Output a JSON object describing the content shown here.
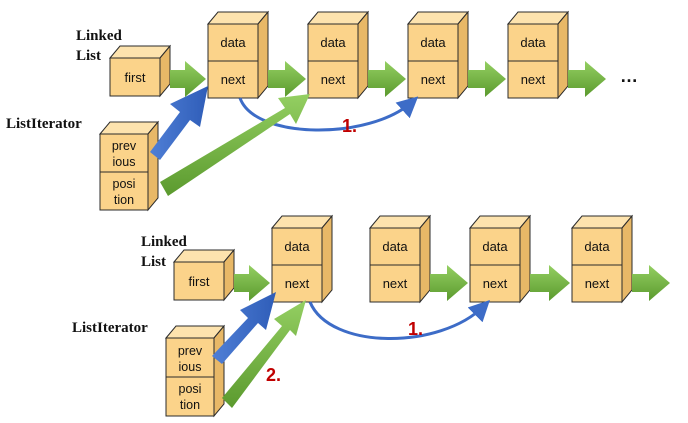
{
  "top": {
    "linked_list_label": [
      "Linked",
      "List"
    ],
    "first_label": "first",
    "data_label": "data",
    "next_label": "next",
    "ellipsis": "…",
    "iterator_label": "ListIterator",
    "previous_label": [
      "prev",
      "ious"
    ],
    "position_label": [
      "posi",
      "tion"
    ],
    "step_label": "1."
  },
  "bottom": {
    "linked_list_label": [
      "Linked",
      "List"
    ],
    "first_label": "first",
    "data_label": "data",
    "next_label": "next",
    "iterator_label": "ListIterator",
    "previous_label": [
      "prev",
      "ious"
    ],
    "position_label": [
      "posi",
      "tion"
    ],
    "step1_label": "1.",
    "step2_label": "2."
  },
  "colors": {
    "box_front": "#fbd38a",
    "box_top": "#fde3ae",
    "box_side": "#e8b867",
    "box_stroke": "#2b2b2b",
    "green_arrow": "#6fae3f",
    "blue_arrow": "#3d6cc7",
    "step_number": "#c00000"
  }
}
